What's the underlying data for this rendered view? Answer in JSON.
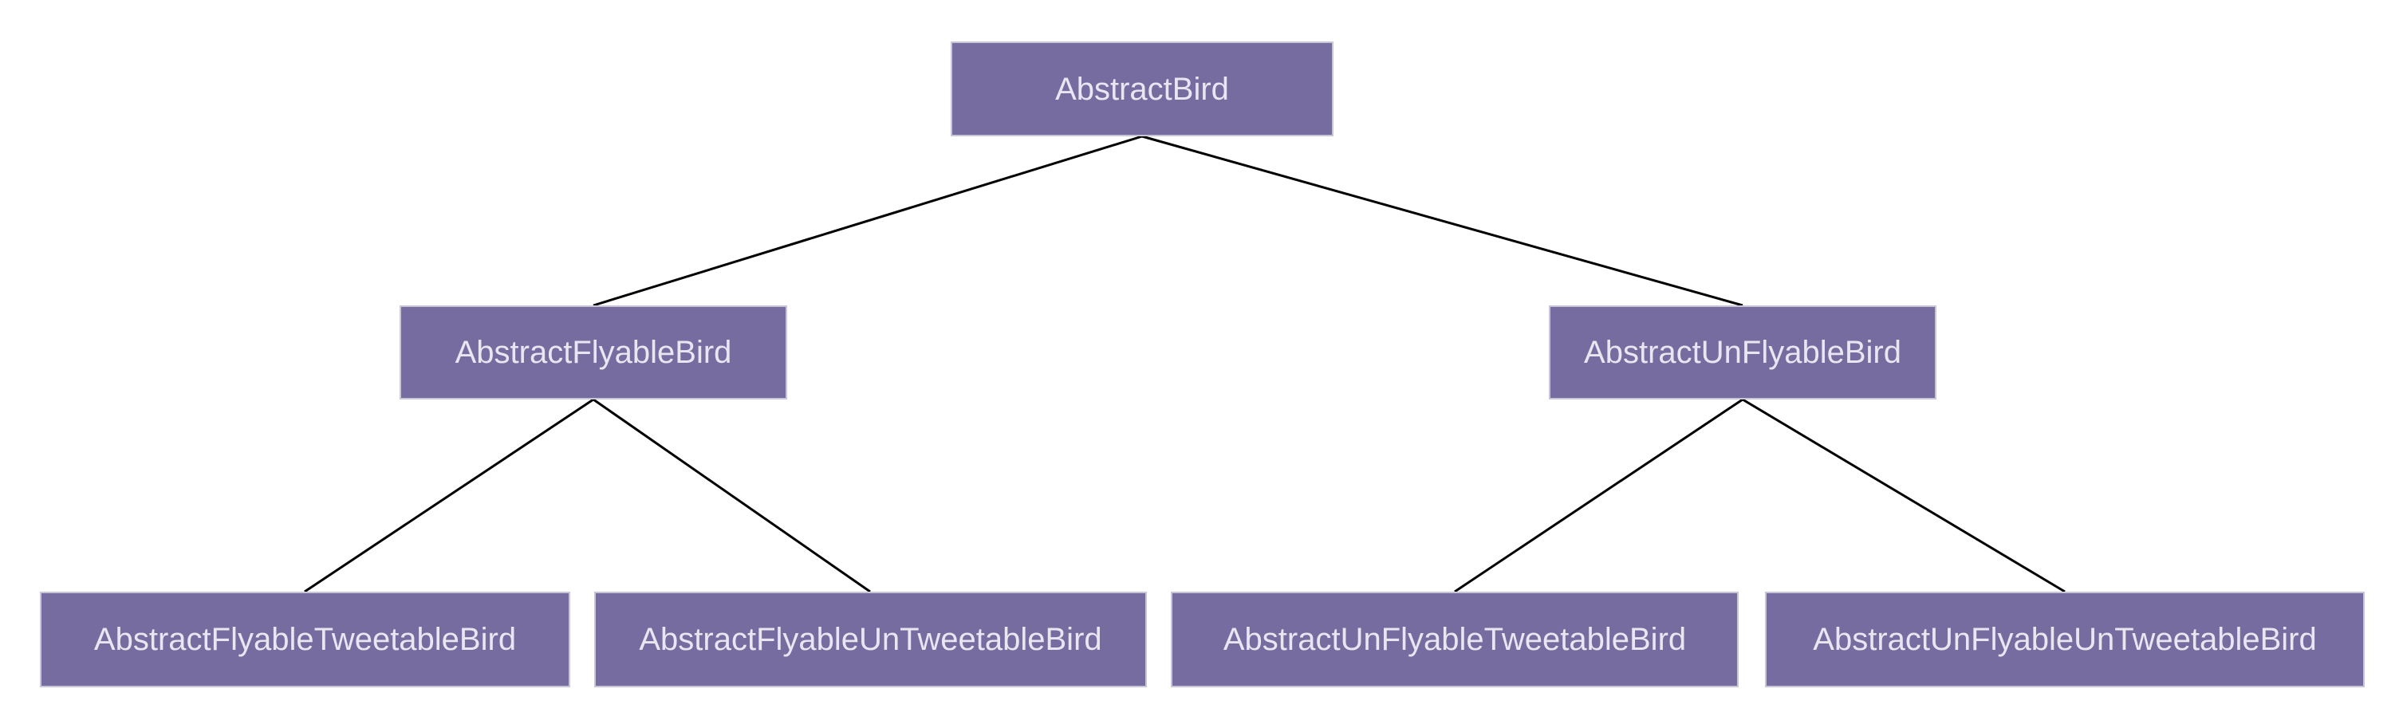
{
  "diagram": {
    "type": "class-hierarchy-tree",
    "background_color": "#ffffff",
    "node_fill_color": "#766c9f",
    "node_border_color": "#c9c5d9",
    "node_text_color": "#e9e6f2",
    "edge_color": "#000000",
    "nodes": [
      {
        "label": "AbstractBird",
        "level": 1
      },
      {
        "label": "AbstractFlyableBird",
        "level": 2
      },
      {
        "label": "AbstractUnFlyableBird",
        "level": 2
      },
      {
        "label": "AbstractFlyableTweetableBird",
        "level": 3
      },
      {
        "label": "AbstractFlyableUnTweetableBird",
        "level": 3
      },
      {
        "label": "AbstractUnFlyableTweetableBird",
        "level": 3
      },
      {
        "label": "AbstractUnFlyableUnTweetableBird",
        "level": 3
      }
    ],
    "edges": [
      {
        "from": "AbstractBird",
        "to": "AbstractFlyableBird"
      },
      {
        "from": "AbstractBird",
        "to": "AbstractUnFlyableBird"
      },
      {
        "from": "AbstractFlyableBird",
        "to": "AbstractFlyableTweetableBird"
      },
      {
        "from": "AbstractFlyableBird",
        "to": "AbstractFlyableUnTweetableBird"
      },
      {
        "from": "AbstractUnFlyableBird",
        "to": "AbstractUnFlyableTweetableBird"
      },
      {
        "from": "AbstractUnFlyableBird",
        "to": "AbstractUnFlyableUnTweetableBird"
      }
    ]
  }
}
